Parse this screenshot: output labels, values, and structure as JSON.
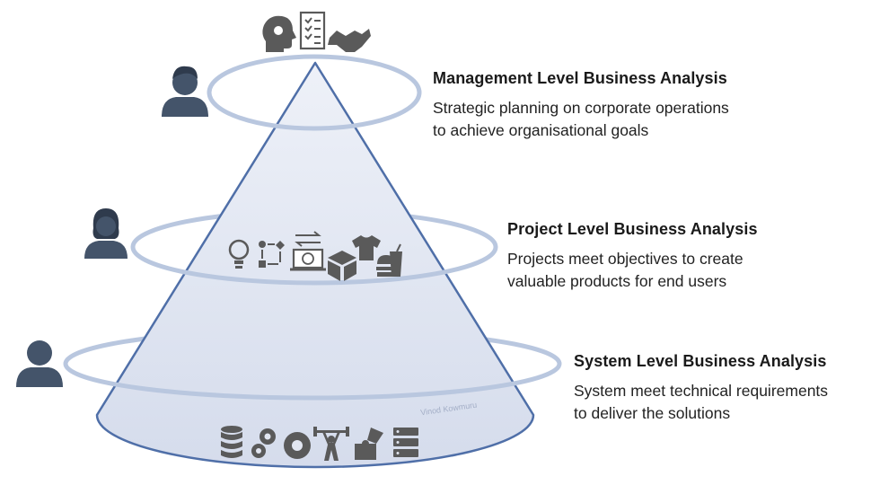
{
  "levels": [
    {
      "title": "Management Level Business Analysis",
      "desc1": "Strategic planning on corporate operations",
      "desc2": "to achieve organisational goals",
      "person": "person-man-icon",
      "icons": [
        "head-gears-icon",
        "checklist-icon",
        "handshake-icon"
      ]
    },
    {
      "title": "Project Level Business Analysis",
      "desc1": "Projects meet objectives to create",
      "desc2": "valuable products for end users",
      "person": "person-woman-icon",
      "icons": [
        "lightbulb-icon",
        "workflow-icon",
        "laptop-exchange-icon",
        "package-box-icon",
        "tshirt-icon",
        "food-drink-icon"
      ]
    },
    {
      "title": "System Level Business Analysis",
      "desc1": "System meet technical requirements",
      "desc2": "to deliver the solutions",
      "person": "person-man-icon",
      "icons": [
        "database-icon",
        "gears-icon",
        "gear-icon",
        "weightlifter-icon",
        "puzzle-hand-icon",
        "server-icon"
      ]
    }
  ],
  "watermark": "Vinod Kowmuru",
  "colors": {
    "cone_fill": "#dfe4f1",
    "cone_stroke": "#4f6fa8",
    "ring": "#b9c7df",
    "person": "#44546a",
    "icon": "#5a5a5a"
  }
}
